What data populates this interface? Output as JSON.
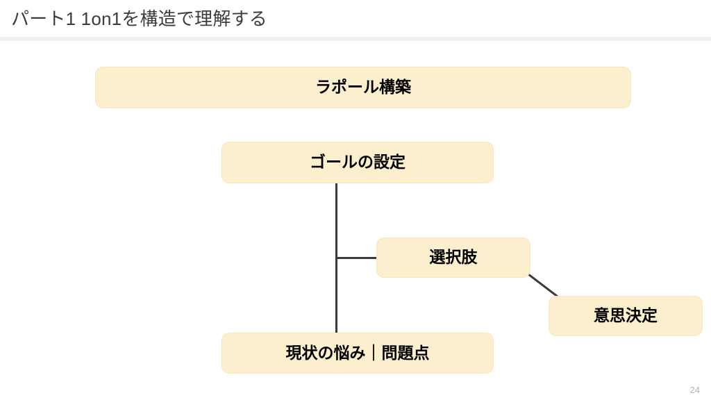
{
  "slide": {
    "title": "パート1 1on1を構造で理解する",
    "page_number": "24",
    "accent_fill": "#fcefcd",
    "accent_border": "#f7e7bf",
    "connector_color": "#3a3a3a",
    "title_color": "#3c3c3c",
    "header_rule_color": "#f1f1f1",
    "page_number_color": "#b4b4b4"
  },
  "diagram": {
    "type": "tree",
    "nodes": [
      {
        "id": "rapport",
        "label": "ラポール構築"
      },
      {
        "id": "goal",
        "label": "ゴールの設定"
      },
      {
        "id": "options",
        "label": "選択肢"
      },
      {
        "id": "decision",
        "label": "意思決定"
      },
      {
        "id": "problem",
        "label": "現状の悩み｜問題点"
      }
    ],
    "edges": [
      {
        "from": "goal",
        "to": "problem"
      },
      {
        "from": "goal",
        "to": "options"
      },
      {
        "from": "options",
        "to": "decision"
      }
    ]
  }
}
